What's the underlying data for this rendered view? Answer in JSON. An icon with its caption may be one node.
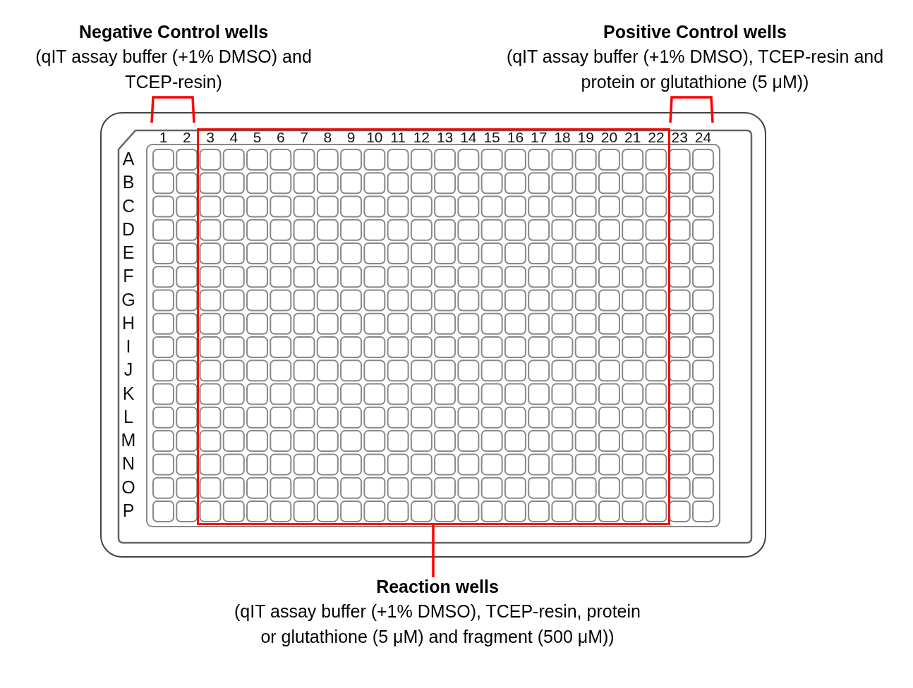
{
  "diagram": {
    "nodes": [
      {
        "text": [
          "Negative Control wells",
          "(qIT assay buffer (+1% DMSO) and TCEP-resin)"
        ]
      },
      {
        "text": [
          "Positive Control wells",
          "(qIT assay buffer (+1% DMSO), TCEP-resin and protein or glutathione (5 μM))"
        ]
      },
      {
        "text": [
          "Reaction wells",
          "(qIT assay buffer (+1% DMSO), TCEP-resin, protein or glutathione (5 μM) and fragment (500 μM))"
        ]
      },
      {
        "text": [],
        "shape": "box"
      }
    ],
    "edges": [
      {
        "from": 2,
        "to": 3,
        "arrow": "none"
      }
    ],
    "labels": [
      "1",
      "2",
      "3",
      "4",
      "5",
      "6",
      "7",
      "8",
      "9",
      "10",
      "11",
      "12",
      "13",
      "14",
      "15",
      "16",
      "17",
      "18",
      "19",
      "20",
      "21",
      "22",
      "23",
      "24",
      "A",
      "B",
      "C",
      "D",
      "E",
      "F",
      "G",
      "H",
      "I",
      "J",
      "K",
      "L",
      "M",
      "N",
      "O",
      "P"
    ]
  }
}
